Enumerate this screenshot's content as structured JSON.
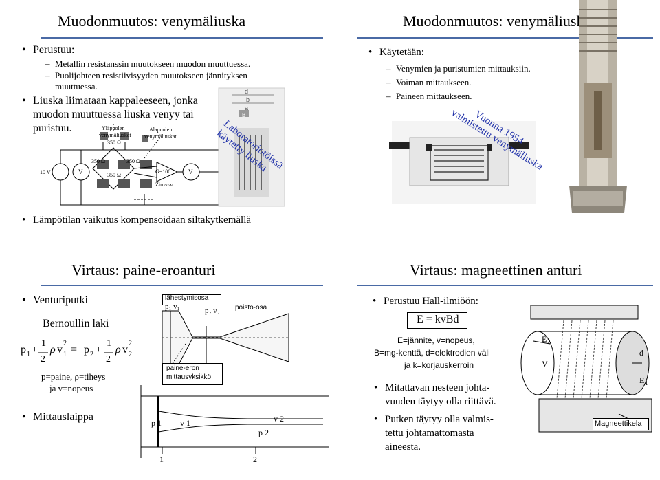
{
  "slide1": {
    "title": "Muodonmuutos: venymäliuska",
    "b1": "Perustuu:",
    "b1_sub1": "Metallin resistanssin muutokseen muodon muuttuessa.",
    "b1_sub2a": "Puolijohteen resistiivisyyden muutokseen jännityksen",
    "b1_sub2b": "muuttuessa.",
    "b2a": "Liuska liimataan kappaleeseen, jonka",
    "b2b": "muodon muuttuessa liuska venyy tai",
    "b2c": "puristuu.",
    "b3": "Lämpötilan vaikutus kompensoidaan siltakytkemällä",
    "circuit": {
      "upper_a": "Yläpuolen",
      "upper_b": "venymäliuskat",
      "lower_a": "Alapuolen",
      "lower_b": "venymäliuskat",
      "r_top": "350 Ω",
      "r_left": "350 Ω",
      "r_right": "350 Ω",
      "r_bottom": "350 Ω",
      "src": "10 V",
      "v1": "V",
      "v2": "V",
      "gain": "G=100",
      "zin": "Zin ≈ ∞",
      "minus": "-",
      "plus": "+"
    },
    "overlay_a": "Laboratoriotöissä",
    "overlay_b": "käytetty liuska",
    "dim": {
      "d": "d",
      "b": "b",
      "a": "a",
      "B": "B"
    }
  },
  "slide2": {
    "title": "Muodonmuutos: venymäliuska",
    "b1": "Käytetään:",
    "d1": "Venymien ja puristumien mittauksiin.",
    "d2": "Voiman mittaukseen.",
    "d3": "Paineen mittaukseen.",
    "overlay_a": "Vuonna 1954",
    "overlay_b": "valmistettu venymäliuska"
  },
  "slide3": {
    "title": "Virtaus: paine-eroanturi",
    "b1": "Venturiputki",
    "bernoulli": "Bernoullin laki",
    "eq": {
      "p1": "p",
      "s1": "1",
      "plus": "+",
      "one": "1",
      "two": "2",
      "rho": "ρ",
      "v": "v",
      "eq": "=",
      "p2": "p",
      "s2": "2"
    },
    "legend1": "p=paine, ρ=tiheys",
    "legend2": "ja v=nopeus",
    "b2": "Mittauslaippa",
    "lbl_neck": "lähestymisosa",
    "lbl_p1v1": "p₁ v₁",
    "lbl_p2v2": "p₂ v₂",
    "lbl_out": "poisto-osa",
    "lbl_unit1": "paine-eron",
    "lbl_unit2": "mittausyksikkö",
    "orifice": {
      "p1": "p 1",
      "v1": "v 1",
      "p2": "p 2",
      "v2": "v 2",
      "n1": "1",
      "n2": "2"
    }
  },
  "slide4": {
    "title": "Virtaus: magneettinen anturi",
    "b1": "Perustuu Hall-ilmiöön:",
    "formula": "E = kvBd",
    "desc1": "E=jännite, v=nopeus,",
    "desc2": "B=mg-kenttä, d=elektrodien väli",
    "desc3": "ja k=korjauskerroin",
    "b2a": "Mitattavan nesteen johta-",
    "b2b": "vuuden täytyy olla riittävä.",
    "b3a": "Putken täytyy olla valmis-",
    "b3b": "tettu johtamattomasta",
    "b3c": "aineesta.",
    "lbl_e2": "E",
    "lbl_e2s": "2",
    "lbl_e1": "E",
    "lbl_e1s": "1",
    "lbl_v": "V",
    "lbl_d": "d",
    "lbl_magnet": "Magneettikela"
  },
  "colors": {
    "rule": "#4a6aa5",
    "overlay_text": "#2233aa",
    "title_text": "#000000"
  }
}
